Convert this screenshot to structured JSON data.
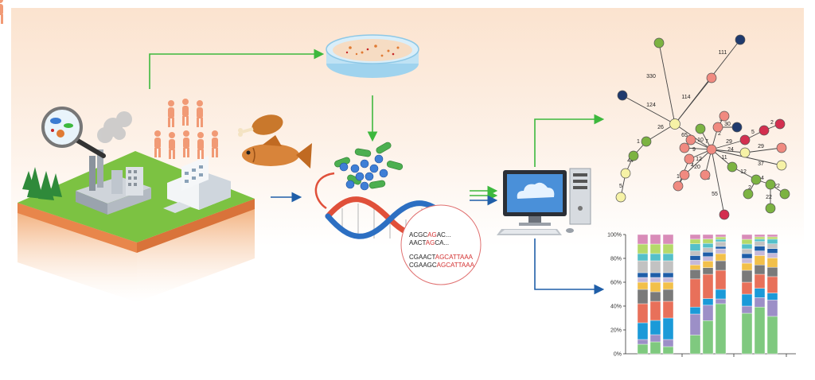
{
  "colors": {
    "arrow_green": "#3db83d",
    "arrow_blue": "#1f5ea8",
    "node_green": "#7cb342",
    "node_navy": "#1f3a6d",
    "node_red": "#d32f4f",
    "node_salmon": "#f08a80",
    "node_pale": "#f6f2a6"
  },
  "icons": [
    "factory-icon",
    "magnifier-icon",
    "people-icon",
    "chicken-leg-icon",
    "fish-icon",
    "petri-dish-icon",
    "bacteria-icon",
    "dna-helix-icon",
    "computer-icon"
  ],
  "sequence_zoom": {
    "lines": [
      [
        {
          "text": "ACGC",
          "color": "#222"
        },
        {
          "text": "AG",
          "color": "#d32f2f"
        },
        {
          "text": "AC...",
          "color": "#222"
        }
      ],
      [
        {
          "text": "AACT",
          "color": "#222"
        },
        {
          "text": "AG",
          "color": "#d32f2f"
        },
        {
          "text": "CA...",
          "color": "#222"
        }
      ],
      [
        {
          "text": "CGAACT",
          "color": "#222"
        },
        {
          "text": "AGCATTAAA",
          "color": "#d32f2f"
        }
      ],
      [
        {
          "text": "CGAAGC",
          "color": "#222"
        },
        {
          "text": "AGCATTAAA",
          "color": "#d32f2f"
        }
      ]
    ]
  },
  "network": {
    "edge_labels": [
      "330",
      "111",
      "124",
      "114",
      "26",
      "1",
      "44",
      "5",
      "65",
      "10",
      "9",
      "12",
      "20",
      "1",
      "2",
      "3",
      "30",
      "29",
      "5",
      "2",
      "24",
      "29",
      "11",
      "37",
      "12",
      "4",
      "22",
      "2",
      "22",
      "48",
      "55",
      "7",
      "4"
    ]
  },
  "chart_data": {
    "type": "bar",
    "stacked": true,
    "yticks": [
      "100%",
      "80%",
      "60%",
      "40%",
      "20%",
      "0%"
    ],
    "ylim": [
      0,
      100
    ],
    "groups": 3,
    "bars": [
      [
        8,
        4,
        14,
        16,
        12,
        6,
        4,
        4,
        10,
        6,
        8,
        8
      ],
      [
        10,
        6,
        12,
        16,
        8,
        8,
        4,
        4,
        10,
        6,
        8,
        8
      ],
      [
        6,
        6,
        18,
        14,
        10,
        6,
        4,
        4,
        10,
        6,
        8,
        8
      ],
      [
        16,
        18,
        6,
        24,
        8,
        4,
        4,
        4,
        4,
        6,
        4,
        4
      ],
      [
        30,
        14,
        6,
        22,
        6,
        6,
        4,
        4,
        4,
        4,
        4,
        4
      ],
      [
        42,
        4,
        8,
        16,
        8,
        6,
        4,
        2,
        4,
        2,
        2,
        2
      ],
      [
        34,
        6,
        10,
        10,
        10,
        6,
        4,
        4,
        4,
        4,
        4,
        4
      ],
      [
        40,
        8,
        8,
        12,
        8,
        8,
        4,
        4,
        4,
        2,
        2,
        2
      ],
      [
        32,
        14,
        6,
        14,
        8,
        8,
        4,
        4,
        4,
        4,
        2,
        2
      ]
    ],
    "segment_colors": [
      "#7fc97f",
      "#9c8fc7",
      "#1b9ad8",
      "#e8705a",
      "#7a7a7a",
      "#f2c04a",
      "#c6b9d9",
      "#1f5ea8",
      "#c2c2c2",
      "#55c0c9",
      "#b5d96a",
      "#d98cb9"
    ]
  }
}
